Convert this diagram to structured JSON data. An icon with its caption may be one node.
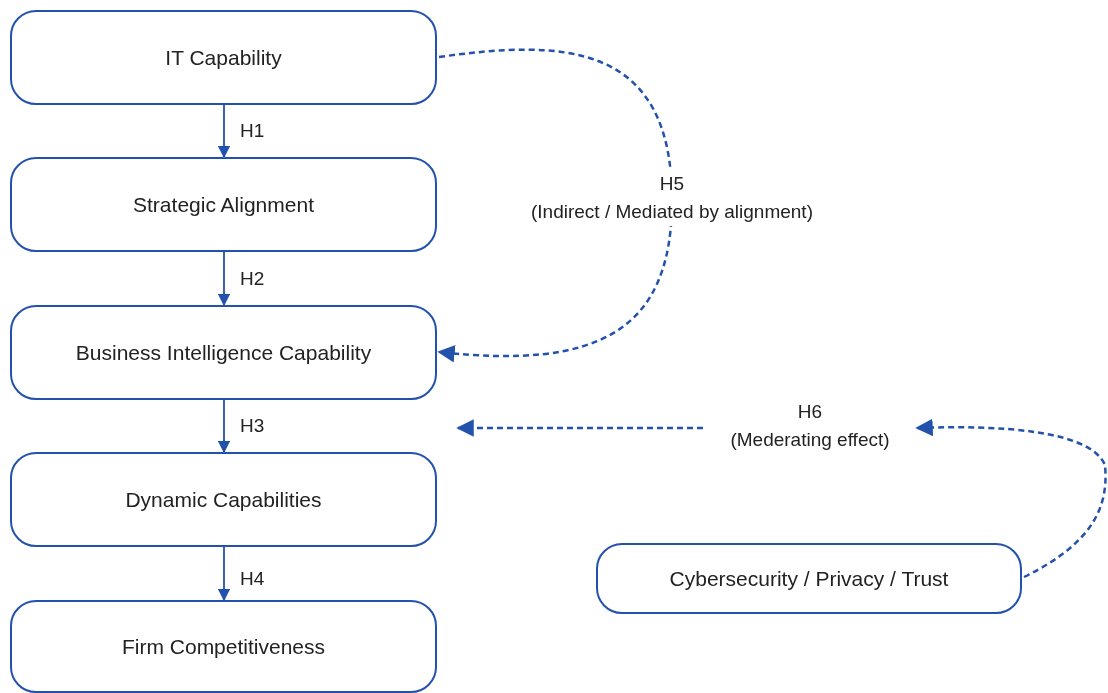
{
  "diagram": {
    "nodes": [
      {
        "text": [
          "IT Capability"
        ]
      },
      {
        "text": [
          "Strategic Alignment"
        ]
      },
      {
        "text": [
          "Business Intelligence Capability"
        ]
      },
      {
        "text": [
          "Dynamic Capabilities"
        ]
      },
      {
        "text": [
          "Firm Competitiveness"
        ]
      },
      {
        "text": [
          "Cybersecurity / Privacy / Trust"
        ]
      },
      {
        "text": [
          "H6",
          "(Mederating effect)"
        ]
      }
    ],
    "edges": [
      {
        "from": 0,
        "to": 1,
        "arrow": "to",
        "label": "H1"
      },
      {
        "from": 1,
        "to": 2,
        "arrow": "to",
        "label": "H2"
      },
      {
        "from": 2,
        "to": 3,
        "arrow": "to",
        "label": "H3"
      },
      {
        "from": 3,
        "to": 4,
        "arrow": "to",
        "label": "H4"
      },
      {
        "from": 0,
        "to": 2,
        "arrow": "to",
        "label": "H5 (Indirect / Mediated by alignment)",
        "style": "dashed"
      },
      {
        "from": 5,
        "to": 6,
        "arrow": "to",
        "style": "dashed"
      },
      {
        "from": 6,
        "to": null,
        "arrow": "to",
        "style": "dashed"
      }
    ]
  }
}
